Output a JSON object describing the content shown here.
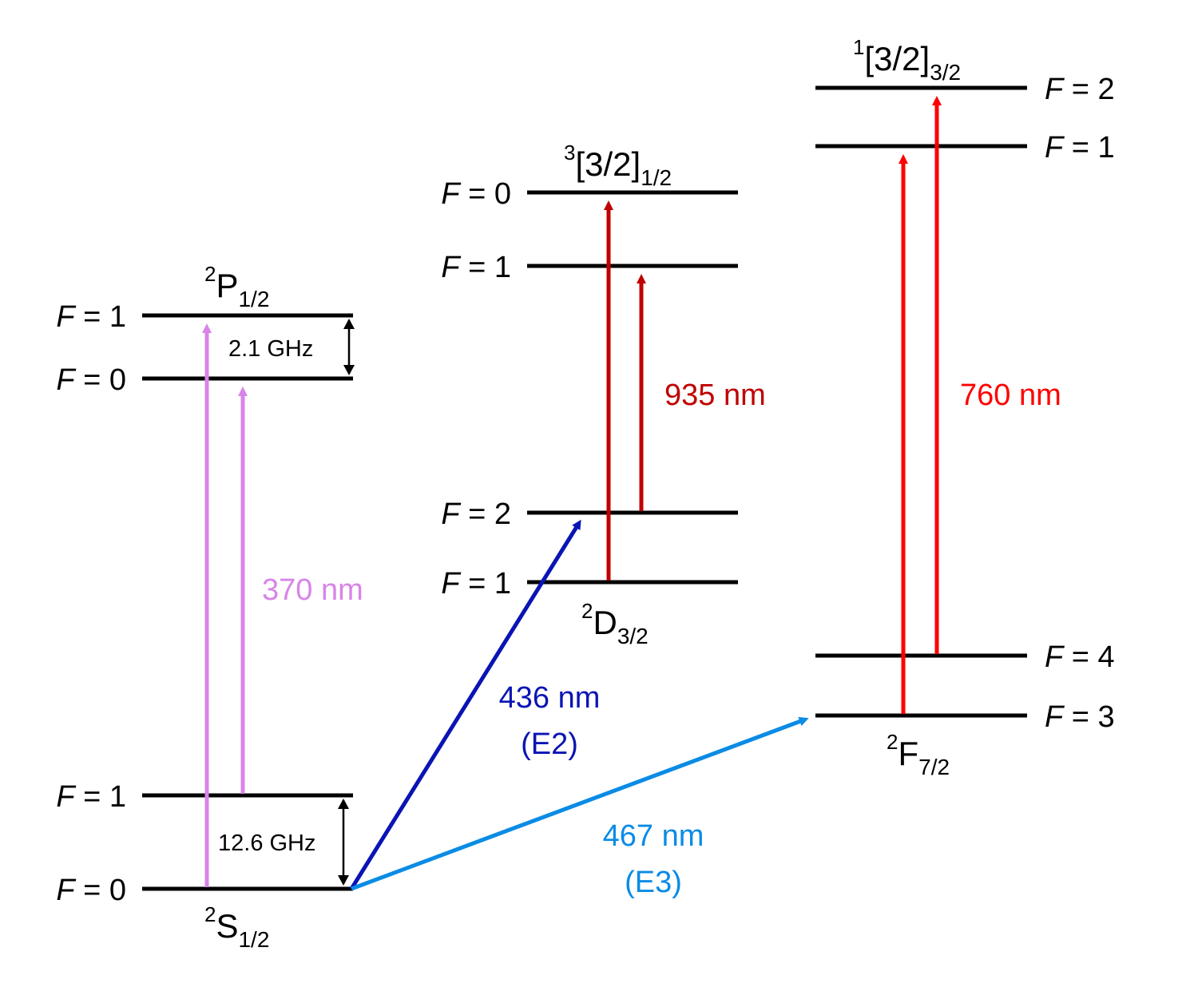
{
  "colors": {
    "level": "#000000",
    "violet": "#d884e8",
    "dark_red": "#c00000",
    "red": "#ff0000",
    "dark_blue": "#0a14b4",
    "light_blue": "#0a8be6"
  },
  "states": {
    "s12": {
      "sup": "2",
      "main": "S",
      "sub": "1/2"
    },
    "p12": {
      "sup": "2",
      "main": "P",
      "sub": "1/2"
    },
    "d32": {
      "sup": "2",
      "main": "D",
      "sub": "3/2"
    },
    "f72": {
      "sup": "2",
      "main": "F",
      "sub": "7/2"
    },
    "b12": {
      "sup": "3",
      "main": "[3/2]",
      "sub": "1/2"
    },
    "b32": {
      "sup": "1",
      "main": "[3/2]",
      "sub": "3/2"
    }
  },
  "f_labels": {
    "s_f1": {
      "var": "F",
      "rest": " = 1"
    },
    "s_f0": {
      "var": "F",
      "rest": " = 0"
    },
    "p_f1": {
      "var": "F",
      "rest": " = 1"
    },
    "p_f0": {
      "var": "F",
      "rest": " = 0"
    },
    "d_f2": {
      "var": "F",
      "rest": " = 2"
    },
    "d_f1": {
      "var": "F",
      "rest": " = 1"
    },
    "b12_f0": {
      "var": "F",
      "rest": " = 0"
    },
    "b12_f1": {
      "var": "F",
      "rest": " = 1"
    },
    "b32_f2": {
      "var": "F",
      "rest": " = 2"
    },
    "b32_f1": {
      "var": "F",
      "rest": " = 1"
    },
    "f_f4": {
      "var": "F",
      "rest": " = 4"
    },
    "f_f3": {
      "var": "F",
      "rest": " = 3"
    }
  },
  "splittings": {
    "ground": "12.6 GHz",
    "p_state": "2.1 GHz"
  },
  "transitions": {
    "t370": {
      "wavelength": "370 nm"
    },
    "t935": {
      "wavelength": "935 nm"
    },
    "t760": {
      "wavelength": "760 nm"
    },
    "t436": {
      "wavelength": "436 nm",
      "type": "(E2)"
    },
    "t467": {
      "wavelength": "467 nm",
      "type": "(E3)"
    }
  }
}
